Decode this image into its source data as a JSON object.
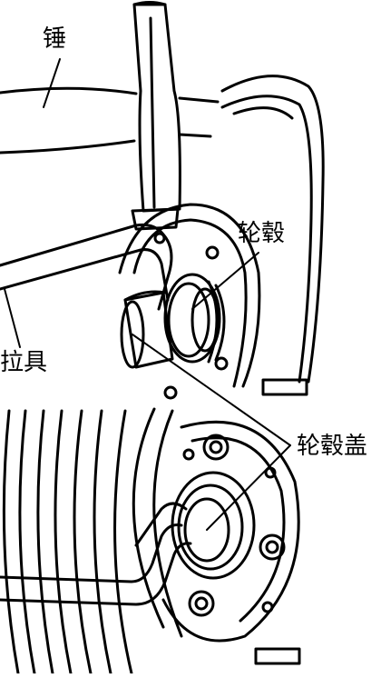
{
  "labels": {
    "hammer": "锤",
    "hub": "轮毂",
    "puller": "拉具",
    "hub_cap": "轮毂盖"
  },
  "colors": {
    "ink": "#000000",
    "paper": "#ffffff"
  }
}
